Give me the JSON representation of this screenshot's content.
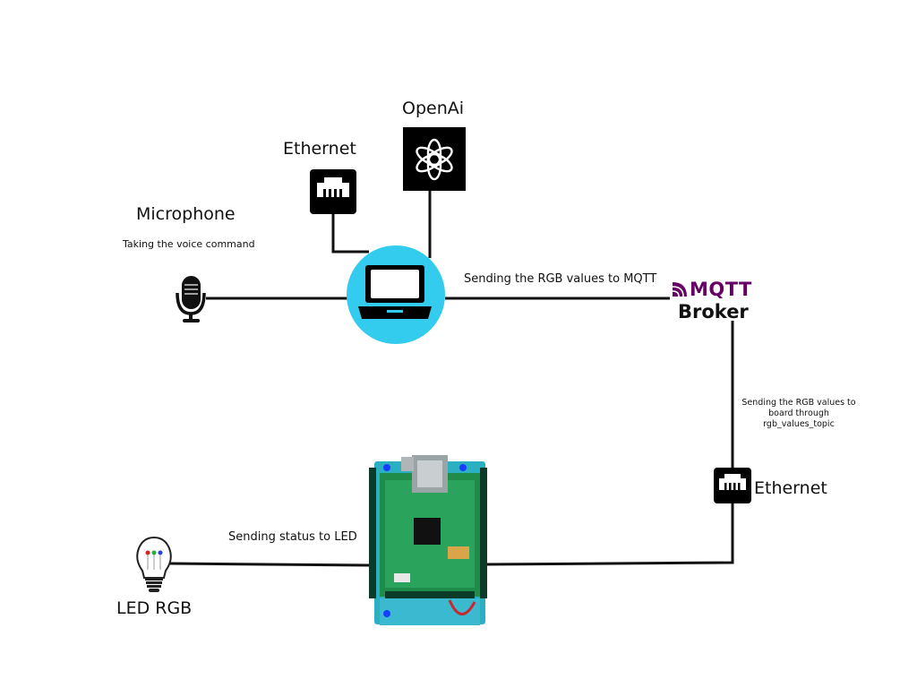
{
  "nodes": {
    "openai": {
      "label": "OpenAi"
    },
    "ethernet_top": {
      "label": "Ethernet"
    },
    "microphone": {
      "label": "Microphone",
      "caption": "Taking the voice command"
    },
    "mqtt": {
      "logo_text": "MQTT",
      "label": "Broker"
    },
    "ethernet_right": {
      "label": "Ethernet"
    },
    "led": {
      "label": "LED RGB"
    }
  },
  "edges": {
    "laptop_to_mqtt": "Sending the RGB values to MQTT",
    "mqtt_to_board": [
      "Sending  the RGB values to",
      "board through",
      "rgb_values_topic"
    ],
    "board_to_led": "Sending status to LED"
  },
  "colors": {
    "laptop_circle": "#33ccee",
    "mqtt_brand": "#660066",
    "board": "#1aa5b8",
    "line": "#111111"
  },
  "icons": [
    "openai-icon",
    "ethernet-icon",
    "microphone-icon",
    "laptop-icon",
    "mqtt-logo-icon",
    "board-image",
    "led-bulb-icon"
  ]
}
